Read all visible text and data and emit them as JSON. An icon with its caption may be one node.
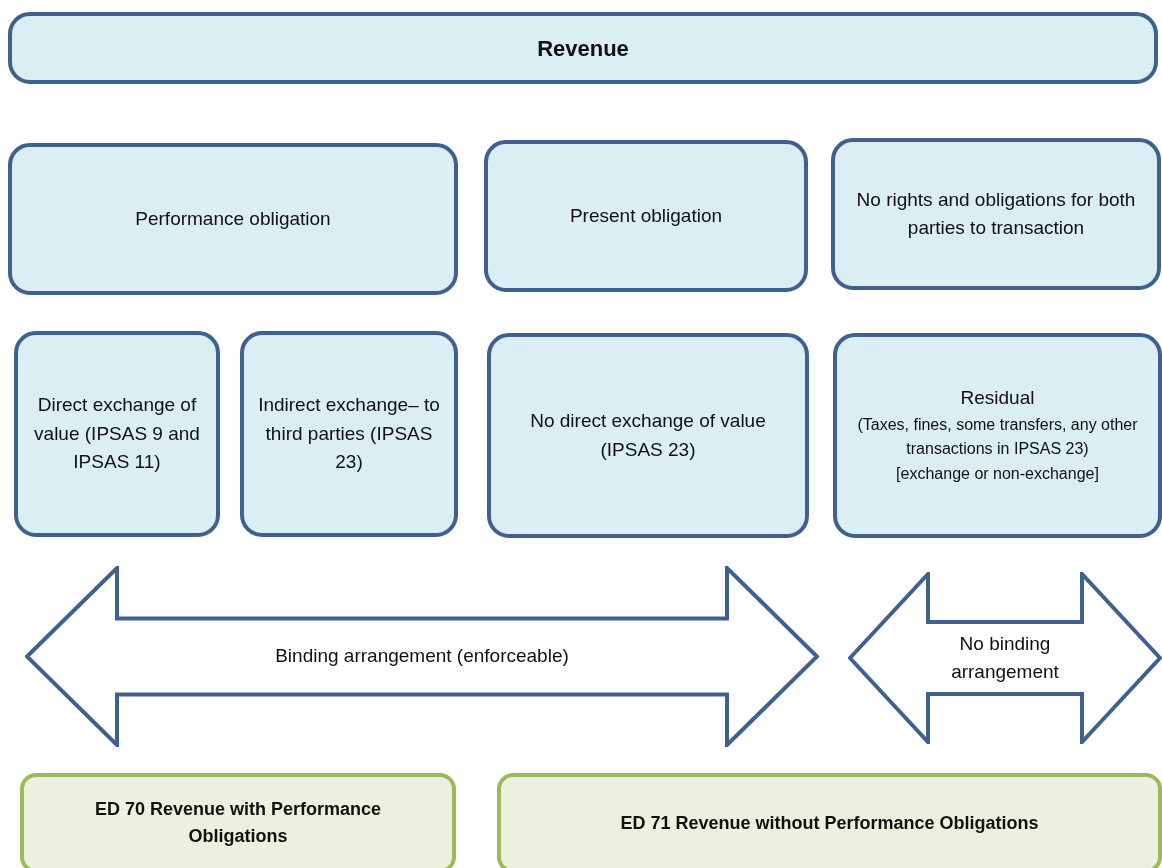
{
  "diagram": {
    "nodes": [
      {
        "text": [
          "Revenue"
        ]
      },
      {
        "text": [
          "Performance obligation"
        ]
      },
      {
        "text": [
          "Present obligation"
        ]
      },
      {
        "text": [
          "No rights and obligations for both parties to transaction"
        ]
      },
      {
        "text": [
          "Direct exchange of value (IPSAS 9 and IPSAS 11)"
        ]
      },
      {
        "text": [
          "Indirect exchange– to third parties (IPSAS 23)"
        ]
      },
      {
        "text": [
          "No direct exchange of value (IPSAS 23)"
        ]
      },
      {
        "text": [
          "Residual",
          "(Taxes, fines, some transfers, any other transactions in IPSAS 23)",
          "[exchange or non-exchange]"
        ]
      },
      {
        "text": [
          "Binding arrangement (enforceable)"
        ]
      },
      {
        "text": [
          "No binding arrangement"
        ]
      },
      {
        "text": [
          "ED 70 Revenue with Performance Obligations"
        ]
      },
      {
        "text": [
          "ED 71 Revenue without Performance Obligations"
        ]
      }
    ],
    "edges": []
  }
}
